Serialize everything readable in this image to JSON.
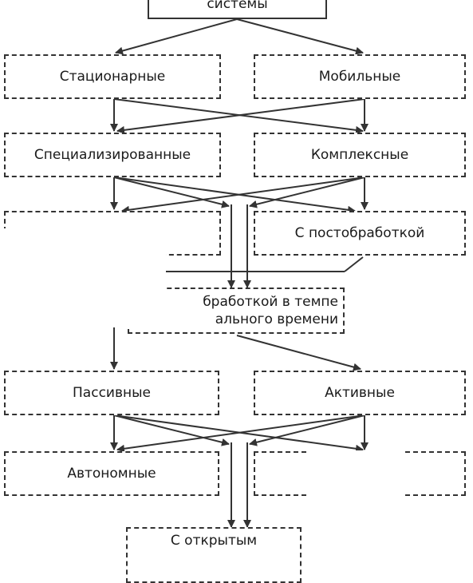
{
  "nodes": {
    "root": "системы",
    "stationary": "Стационарные",
    "mobile": "Мобильные",
    "specialized": "Специализированные",
    "complex": "Комплексные",
    "realtime_processing": "",
    "postprocessing": "С постобработкой",
    "realtime_partial_1": "бработкой в темпе",
    "realtime_partial_2": "ального времени",
    "passive": "Пассивные",
    "active": "Активные",
    "autonomous": "Автономные",
    "networked": "",
    "open_interface_1": "С открытым",
    "open_interface_2": ""
  }
}
